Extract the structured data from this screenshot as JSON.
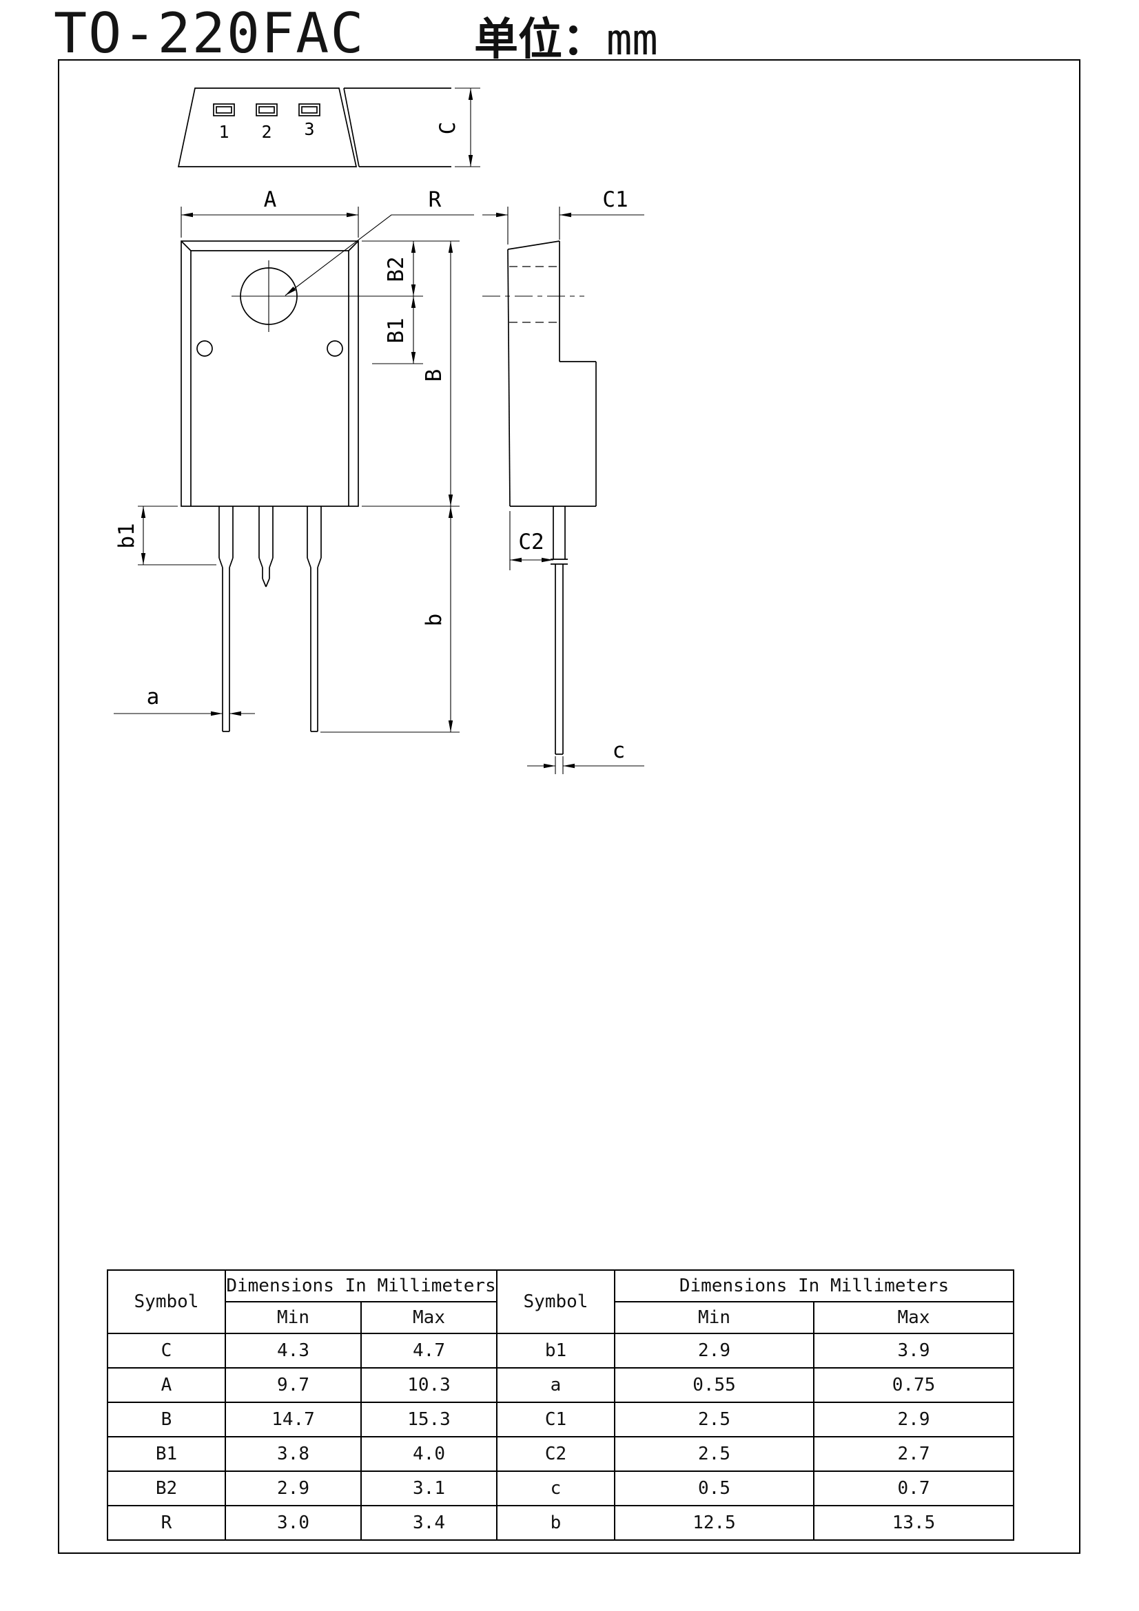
{
  "header": {
    "title": "TO-220FAC",
    "unit_cn": "单位：",
    "unit_en": "mm"
  },
  "drawing": {
    "pins": [
      "1",
      "2",
      "3"
    ],
    "labels": {
      "A": "A",
      "R": "R",
      "C": "C",
      "B": "B",
      "B1": "B1",
      "B2": "B2",
      "b": "b",
      "b1": "b1",
      "a": "a",
      "C1": "C1",
      "C2": "C2",
      "c": "c"
    }
  },
  "table": {
    "left": {
      "symbol_header": "Symbol",
      "dims_header": "Dimensions In Millimeters",
      "min_header": "Min",
      "max_header": "Max",
      "rows": [
        {
          "symbol": "C",
          "min": "4.3",
          "max": "4.7"
        },
        {
          "symbol": "A",
          "min": "9.7",
          "max": "10.3"
        },
        {
          "symbol": "B",
          "min": "14.7",
          "max": "15.3"
        },
        {
          "symbol": "B1",
          "min": "3.8",
          "max": "4.0"
        },
        {
          "symbol": "B2",
          "min": "2.9",
          "max": "3.1"
        },
        {
          "symbol": "R",
          "min": "3.0",
          "max": "3.4"
        }
      ]
    },
    "right": {
      "symbol_header": "Symbol",
      "dims_header": "Dimensions In Millimeters",
      "min_header": "Min",
      "max_header": "Max",
      "rows": [
        {
          "symbol": "b1",
          "min": "2.9",
          "max": "3.9"
        },
        {
          "symbol": "a",
          "min": "0.55",
          "max": "0.75"
        },
        {
          "symbol": "C1",
          "min": "2.5",
          "max": "2.9"
        },
        {
          "symbol": "C2",
          "min": "2.5",
          "max": "2.7"
        },
        {
          "symbol": "c",
          "min": "0.5",
          "max": "0.7"
        },
        {
          "symbol": "b",
          "min": "12.5",
          "max": "13.5"
        }
      ]
    }
  }
}
